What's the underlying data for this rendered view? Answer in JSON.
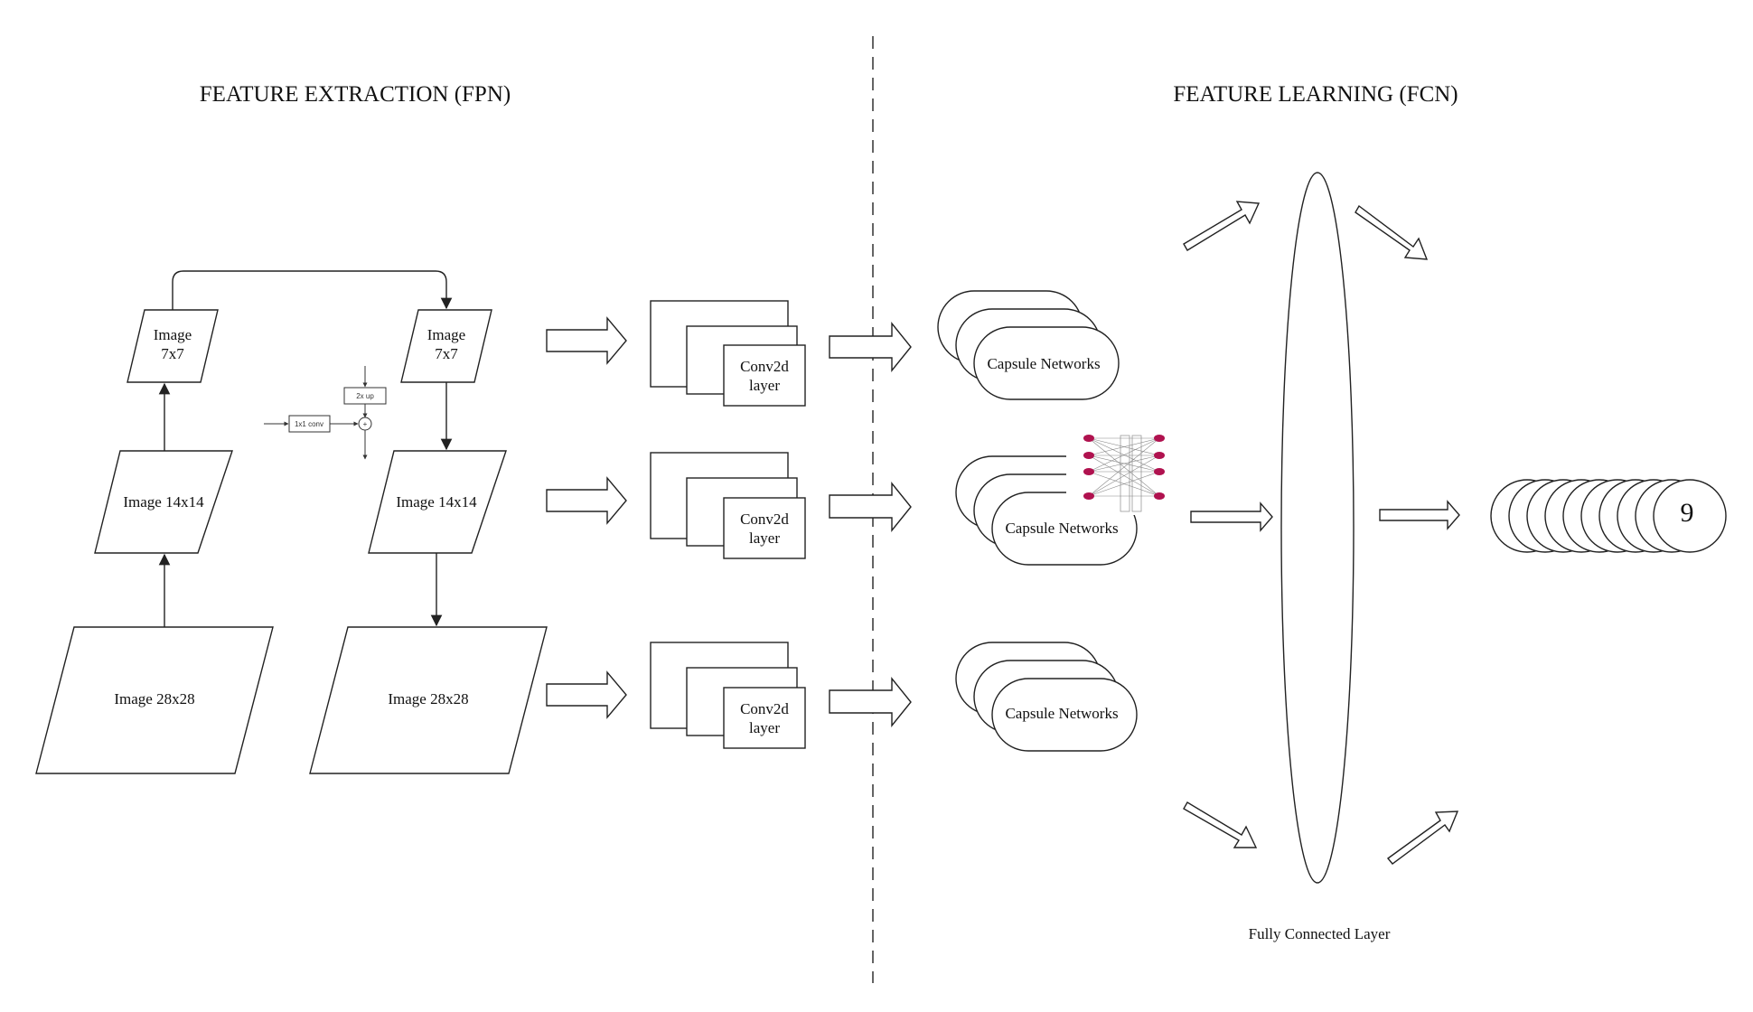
{
  "titles": {
    "left": "FEATURE EXTRACTION (FPN)",
    "right": "FEATURE LEARNING (FCN)"
  },
  "fpn_left": {
    "top": [
      "Image",
      "7x7"
    ],
    "mid": "Image 14x14",
    "bottom": "Image 28x28"
  },
  "fpn_right": {
    "top": [
      "Image",
      "7x7"
    ],
    "mid": "Image 14x14",
    "bottom": "Image 28x28"
  },
  "merge_inset": {
    "upsample": "2x up",
    "lateral": "1x1 conv",
    "plus": "+"
  },
  "conv_blocks": [
    [
      "Conv2d",
      "layer"
    ],
    [
      "Conv2d",
      "layer"
    ],
    [
      "Conv2d",
      "layer"
    ]
  ],
  "capsules": [
    "Capsule Networks",
    "Capsule Networks",
    "Capsule Networks"
  ],
  "fc_label": "Fully Connected Layer",
  "output_digit": "9",
  "colors": {
    "stroke": "#222222",
    "capsule_node": "#b0124f"
  }
}
